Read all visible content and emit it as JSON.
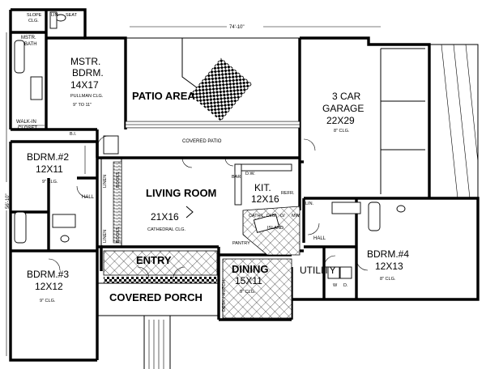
{
  "dimensions": {
    "width_label": "74'-10\"",
    "depth_label": "56'-10\""
  },
  "rooms": {
    "master_bedroom": {
      "name_line1": "MSTR.",
      "name_line2": "BDRM.",
      "size": "14X17",
      "ceiling1": "PULLMAN CLG.",
      "ceiling2": "9\" TO 11\""
    },
    "master_bath": {
      "name_line1": "MSTR.",
      "name_line2": "BATH"
    },
    "slope_clg": {
      "line1": "SLOPE",
      "line2": "CLG."
    },
    "lin": "LIN",
    "seat": "SEAT",
    "walk_in_closet": {
      "line1": "WALK-IN",
      "line2": "CLOSET"
    },
    "bi": "B.I.",
    "patio_area": "PATIO AREA",
    "covered_patio": "COVERED PATIO",
    "garage": {
      "line1": "3 CAR",
      "line2": "GARAGE",
      "size": "22X29",
      "ceiling": "8\" CLG."
    },
    "bedroom2": {
      "name": "BDRM.#2",
      "size": "12X11",
      "ceiling": "9\" CLG."
    },
    "hall_left": "HALL",
    "linen_upper": "LINEN",
    "books_upper": "BOOKS",
    "linen_lower": "LINEN",
    "books_lower": "BOOKS",
    "living_room": {
      "name": "LIVING ROOM",
      "size": "21X16",
      "ceiling": "CATHEDRAL CLG."
    },
    "bar": "BAR",
    "dw": "D.W.",
    "kitchen": {
      "name": "KIT.",
      "size": "12X16"
    },
    "refrig": "REFR.",
    "cathedral_clg": "CATH'L. CLG.",
    "island": "ISLAND",
    "ov": "O/",
    "mw": "MW",
    "lin_right": "LIN.",
    "pantry": "PANTRY",
    "hall_right": "HALL",
    "bedroom4": {
      "name": "BDRM.#4",
      "size": "12X13",
      "ceiling": "8\" CLG."
    },
    "utility": {
      "name": "UTILITY",
      "w": "W",
      "d": "D."
    },
    "entry": "ENTRY",
    "dining": {
      "name": "DINING",
      "size": "15X11",
      "ceiling": "9\" CLG."
    },
    "desk_hutch": "DESK / HUTCH",
    "bedroom3": {
      "name": "BDRM.#3",
      "size": "12X12",
      "ceiling": "9\" CLG."
    },
    "covered_porch": "COVERED PORCH"
  }
}
